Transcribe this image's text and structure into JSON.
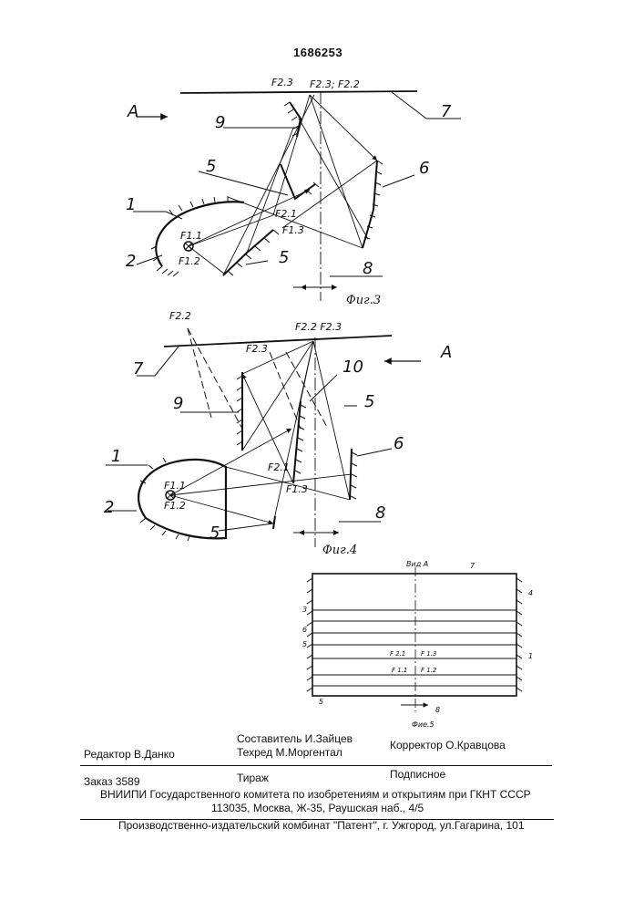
{
  "patent_number": "1686253",
  "fig3": {
    "caption": "Фиг.3",
    "view_label": "A",
    "labels": {
      "F23": "F2.3",
      "F23F22": "F2.3; F2.2",
      "F11": "F1.1",
      "F12": "F1.2",
      "F21": "F2.1",
      "F13": "F1.3"
    },
    "numbers": {
      "n1": "1",
      "n2": "2",
      "n5a": "5",
      "n5b": "5",
      "n6": "6",
      "n7": "7",
      "n8": "8",
      "n9": "9"
    }
  },
  "fig4": {
    "caption": "Фиг.4",
    "view_label": "A",
    "labels": {
      "F22": "F2.2",
      "F22F23": "F2.2 F2.3",
      "F23": "F2.3",
      "F11": "F1.1",
      "F12": "F1.2",
      "F21": "F2.1",
      "F13": "F1.3"
    },
    "numbers": {
      "n1": "1",
      "n2": "2",
      "n5a": "5",
      "n5b": "5",
      "n6": "6",
      "n7": "7",
      "n8": "8",
      "n9": "9",
      "n10": "10"
    }
  },
  "fig5": {
    "caption": "Фие.5",
    "view_label": "Вид А",
    "labels": {
      "F21": "F 2.1",
      "F13": "F 1.3",
      "F11": "F 1.1",
      "F12": "F 1.2"
    },
    "numbers": {
      "n1": "1",
      "n3": "3",
      "n4": "4",
      "n5a": "5",
      "n5b": "5",
      "n6": "6",
      "n7": "7",
      "n8": "8"
    }
  },
  "footer": {
    "editor": "Редактор  В.Данко",
    "compiler": "Составитель  И.Зайцев",
    "techred": "Техред М.Моргентал",
    "corrector": "Корректор О.Кравцова",
    "order": "Заказ  3589",
    "circulation": "Тираж",
    "subscription": "Подписное",
    "vniipi": "ВНИИПИ Государственного комитета по изобретениям и открытиям при ГКНТ СССР",
    "address": "113035, Москва, Ж-35, Раушская наб., 4/5",
    "publisher": "Производственно-издательский комбинат \"Патент\", г. Ужгород, ул.Гагарина, 101"
  }
}
